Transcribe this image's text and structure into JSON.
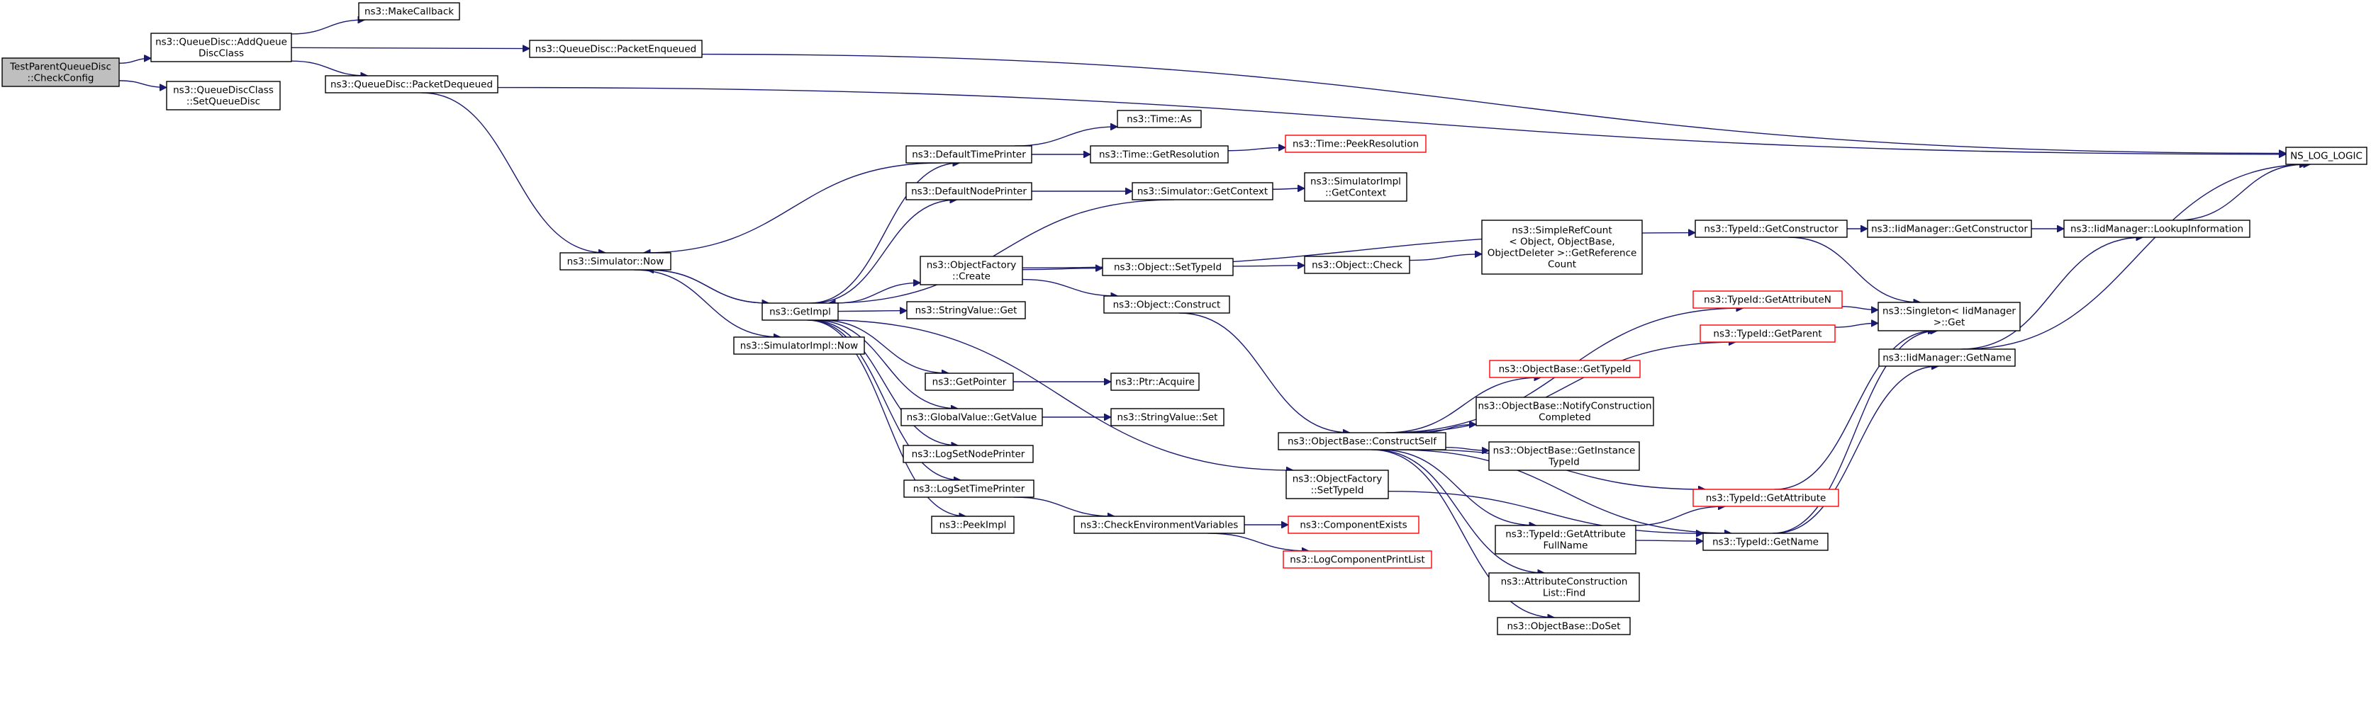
{
  "graph": {
    "nodes": [
      {
        "id": "root",
        "lines": [
          "TestParentQueueDisc",
          "::CheckConfig"
        ],
        "style": "root"
      },
      {
        "id": "addqdc",
        "lines": [
          "ns3::QueueDisc::AddQueue",
          "DiscClass"
        ],
        "style": "normal"
      },
      {
        "id": "setqd",
        "lines": [
          "ns3::QueueDiscClass",
          "::SetQueueDisc"
        ],
        "style": "normal"
      },
      {
        "id": "makecb",
        "lines": [
          "ns3::MakeCallback"
        ],
        "style": "normal"
      },
      {
        "id": "pktenq",
        "lines": [
          "ns3::QueueDisc::PacketEnqueued"
        ],
        "style": "normal"
      },
      {
        "id": "pktdeq",
        "lines": [
          "ns3::QueueDisc::PacketDequeued"
        ],
        "style": "normal"
      },
      {
        "id": "simnow",
        "lines": [
          "ns3::Simulator::Now"
        ],
        "style": "normal"
      },
      {
        "id": "getimpl",
        "lines": [
          "ns3::GetImpl"
        ],
        "style": "normal"
      },
      {
        "id": "simimplnow",
        "lines": [
          "ns3::SimulatorImpl::Now"
        ],
        "style": "normal"
      },
      {
        "id": "deftp",
        "lines": [
          "ns3::DefaultTimePrinter"
        ],
        "style": "normal"
      },
      {
        "id": "defnp",
        "lines": [
          "ns3::DefaultNodePrinter"
        ],
        "style": "normal"
      },
      {
        "id": "objfcreate",
        "lines": [
          "ns3::ObjectFactory",
          "::Create"
        ],
        "style": "normal"
      },
      {
        "id": "strvget",
        "lines": [
          "ns3::StringValue::Get"
        ],
        "style": "normal"
      },
      {
        "id": "getptr",
        "lines": [
          "ns3::GetPointer"
        ],
        "style": "normal"
      },
      {
        "id": "gvgetvalue",
        "lines": [
          "ns3::GlobalValue::GetValue"
        ],
        "style": "normal"
      },
      {
        "id": "logsetnp",
        "lines": [
          "ns3::LogSetNodePrinter"
        ],
        "style": "normal"
      },
      {
        "id": "logsettp",
        "lines": [
          "ns3::LogSetTimePrinter"
        ],
        "style": "normal"
      },
      {
        "id": "peekimpl",
        "lines": [
          "ns3::PeekImpl"
        ],
        "style": "normal"
      },
      {
        "id": "timeas",
        "lines": [
          "ns3::Time::As"
        ],
        "style": "normal"
      },
      {
        "id": "timegetres",
        "lines": [
          "ns3::Time::GetResolution"
        ],
        "style": "normal"
      },
      {
        "id": "timepeekres",
        "lines": [
          "ns3::Time::PeekResolution"
        ],
        "style": "red"
      },
      {
        "id": "simgetctx",
        "lines": [
          "ns3::Simulator::GetContext"
        ],
        "style": "normal"
      },
      {
        "id": "simimplgetctx",
        "lines": [
          "ns3::SimulatorImpl",
          "::GetContext"
        ],
        "style": "normal"
      },
      {
        "id": "objsettid",
        "lines": [
          "ns3::Object::SetTypeId"
        ],
        "style": "normal"
      },
      {
        "id": "objconstruct",
        "lines": [
          "ns3::Object::Construct"
        ],
        "style": "normal"
      },
      {
        "id": "objcheck",
        "lines": [
          "ns3::Object::Check"
        ],
        "style": "normal"
      },
      {
        "id": "simplerefcount",
        "lines": [
          "ns3::SimpleRefCount",
          "< Object, ObjectBase,",
          "ObjectDeleter >::GetReference",
          "Count"
        ],
        "style": "normal"
      },
      {
        "id": "strvset",
        "lines": [
          "ns3::StringValue::Set"
        ],
        "style": "normal"
      },
      {
        "id": "ptracquire",
        "lines": [
          "ns3::Ptr::Acquire"
        ],
        "style": "normal"
      },
      {
        "id": "checkenv",
        "lines": [
          "ns3::CheckEnvironmentVariables"
        ],
        "style": "normal"
      },
      {
        "id": "compexists",
        "lines": [
          "ns3::ComponentExists"
        ],
        "style": "red"
      },
      {
        "id": "logcompprint",
        "lines": [
          "ns3::LogComponentPrintList"
        ],
        "style": "red"
      },
      {
        "id": "obconstructself",
        "lines": [
          "ns3::ObjectBase::ConstructSelf"
        ],
        "style": "normal"
      },
      {
        "id": "objfsettid",
        "lines": [
          "ns3::ObjectFactory",
          "::SetTypeId"
        ],
        "style": "normal"
      },
      {
        "id": "obgettid",
        "lines": [
          "ns3::ObjectBase::GetTypeId"
        ],
        "style": "red"
      },
      {
        "id": "obnotify",
        "lines": [
          "ns3::ObjectBase::NotifyConstruction",
          "Completed"
        ],
        "style": "normal"
      },
      {
        "id": "obgetinst",
        "lines": [
          "ns3::ObjectBase::GetInstance",
          "TypeId"
        ],
        "style": "normal"
      },
      {
        "id": "tidgetattrfull",
        "lines": [
          "ns3::TypeId::GetAttribute",
          "FullName"
        ],
        "style": "normal"
      },
      {
        "id": "attrconstrfind",
        "lines": [
          "ns3::AttributeConstruction",
          "List::Find"
        ],
        "style": "normal"
      },
      {
        "id": "obdoset",
        "lines": [
          "ns3::ObjectBase::DoSet"
        ],
        "style": "normal"
      },
      {
        "id": "tidgetctor",
        "lines": [
          "ns3::TypeId::GetConstructor"
        ],
        "style": "normal"
      },
      {
        "id": "tidgetattrn",
        "lines": [
          "ns3::TypeId::GetAttributeN"
        ],
        "style": "red"
      },
      {
        "id": "tidgetparent",
        "lines": [
          "ns3::TypeId::GetParent"
        ],
        "style": "red"
      },
      {
        "id": "tidgetattr",
        "lines": [
          "ns3::TypeId::GetAttribute"
        ],
        "style": "red"
      },
      {
        "id": "tidgetname",
        "lines": [
          "ns3::TypeId::GetName"
        ],
        "style": "normal"
      },
      {
        "id": "iidgetctor",
        "lines": [
          "ns3::IidManager::GetConstructor"
        ],
        "style": "normal"
      },
      {
        "id": "iidlookup",
        "lines": [
          "ns3::IidManager::LookupInformation"
        ],
        "style": "normal"
      },
      {
        "id": "singleton",
        "lines": [
          "ns3::Singleton< IidManager",
          ">::Get"
        ],
        "style": "normal"
      },
      {
        "id": "iidgetname",
        "lines": [
          "ns3::IidManager::GetName"
        ],
        "style": "normal"
      },
      {
        "id": "nslog",
        "lines": [
          "NS_LOG_LOGIC"
        ],
        "style": "normal"
      }
    ],
    "edges": [
      [
        "root",
        "addqdc"
      ],
      [
        "root",
        "setqd"
      ],
      [
        "addqdc",
        "makecb"
      ],
      [
        "addqdc",
        "pktenq"
      ],
      [
        "addqdc",
        "pktdeq"
      ],
      [
        "pktenq",
        "nslog"
      ],
      [
        "pktdeq",
        "nslog"
      ],
      [
        "pktdeq",
        "simnow"
      ],
      [
        "simnow",
        "getimpl"
      ],
      [
        "simnow",
        "simimplnow"
      ],
      [
        "getimpl",
        "deftp"
      ],
      [
        "getimpl",
        "defnp"
      ],
      [
        "getimpl",
        "objfcreate"
      ],
      [
        "getimpl",
        "strvget"
      ],
      [
        "getimpl",
        "getptr"
      ],
      [
        "getimpl",
        "gvgetvalue"
      ],
      [
        "getimpl",
        "logsetnp"
      ],
      [
        "getimpl",
        "logsettp"
      ],
      [
        "getimpl",
        "peekimpl"
      ],
      [
        "getimpl",
        "objfsettid"
      ],
      [
        "getimpl",
        "simnow"
      ],
      [
        "deftp",
        "timeas"
      ],
      [
        "deftp",
        "timegetres"
      ],
      [
        "deftp",
        "simnow"
      ],
      [
        "timegetres",
        "timepeekres"
      ],
      [
        "defnp",
        "simgetctx"
      ],
      [
        "simgetctx",
        "simimplgetctx"
      ],
      [
        "simgetctx",
        "getimpl"
      ],
      [
        "objfcreate",
        "objsettid"
      ],
      [
        "objfcreate",
        "objconstruct"
      ],
      [
        "objfcreate",
        "tidgetctor"
      ],
      [
        "objsettid",
        "objcheck"
      ],
      [
        "objcheck",
        "simplerefcount"
      ],
      [
        "objconstruct",
        "obconstructself"
      ],
      [
        "gvgetvalue",
        "strvset"
      ],
      [
        "getptr",
        "ptracquire"
      ],
      [
        "logsettp",
        "checkenv"
      ],
      [
        "checkenv",
        "compexists"
      ],
      [
        "checkenv",
        "logcompprint"
      ],
      [
        "obconstructself",
        "tidgetattrn"
      ],
      [
        "obconstructself",
        "tidgetparent"
      ],
      [
        "obconstructself",
        "obgettid"
      ],
      [
        "obconstructself",
        "obnotify"
      ],
      [
        "obconstructself",
        "obgetinst"
      ],
      [
        "obconstructself",
        "tidgetattr"
      ],
      [
        "obconstructself",
        "tidgetattrfull"
      ],
      [
        "obconstructself",
        "attrconstrfind"
      ],
      [
        "obconstructself",
        "obdoset"
      ],
      [
        "obconstructself",
        "tidgetname"
      ],
      [
        "objfsettid",
        "tidgetname"
      ],
      [
        "tidgetattrfull",
        "tidgetattr"
      ],
      [
        "tidgetattrfull",
        "tidgetname"
      ],
      [
        "tidgetctor",
        "iidgetctor"
      ],
      [
        "tidgetctor",
        "singleton"
      ],
      [
        "iidgetctor",
        "iidlookup"
      ],
      [
        "tidgetattrn",
        "singleton"
      ],
      [
        "tidgetparent",
        "singleton"
      ],
      [
        "tidgetattr",
        "singleton"
      ],
      [
        "tidgetname",
        "singleton"
      ],
      [
        "tidgetname",
        "iidgetname"
      ],
      [
        "iidgetname",
        "iidlookup"
      ],
      [
        "iidgetname",
        "nslog"
      ],
      [
        "iidlookup",
        "nslog"
      ]
    ]
  }
}
